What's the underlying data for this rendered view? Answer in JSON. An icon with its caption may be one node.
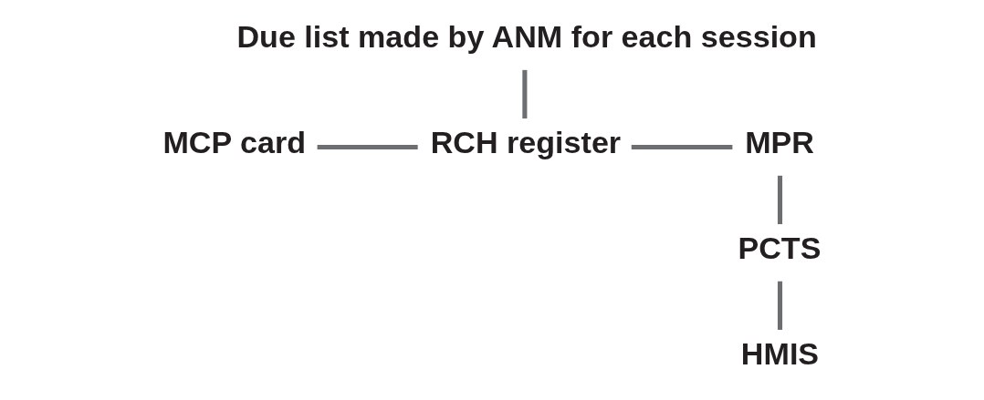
{
  "diagram": {
    "nodes": [
      {
        "text": [
          "Due list made by ANM for each session"
        ]
      },
      {
        "text": [
          "MCP card"
        ]
      },
      {
        "text": [
          "RCH register"
        ]
      },
      {
        "text": [
          "MPR"
        ]
      },
      {
        "text": [
          "PCTS"
        ]
      },
      {
        "text": [
          "HMIS"
        ]
      }
    ],
    "edges": [
      {
        "from": 0,
        "to": 2,
        "arrow": "none"
      },
      {
        "from": 1,
        "to": 2,
        "arrow": "none"
      },
      {
        "from": 2,
        "to": 3,
        "arrow": "none"
      },
      {
        "from": 3,
        "to": 4,
        "arrow": "none"
      },
      {
        "from": 4,
        "to": 5,
        "arrow": "none"
      }
    ]
  }
}
